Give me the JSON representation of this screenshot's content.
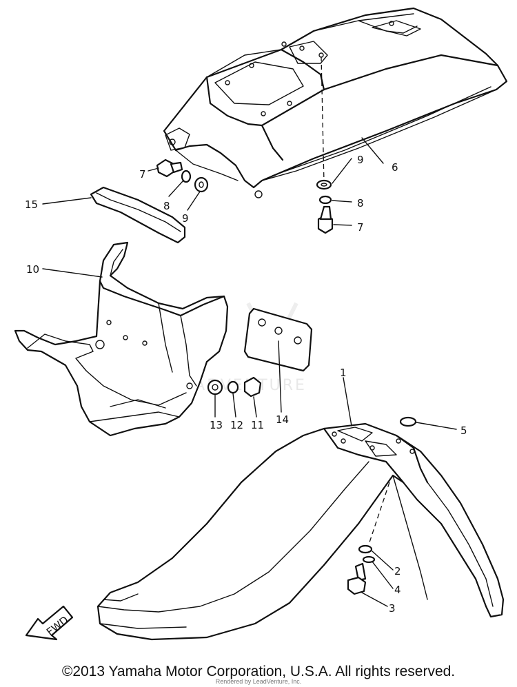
{
  "diagram": {
    "watermark": "LEADVENTURE",
    "fwd_label": "FWD",
    "part_labels": [
      "1",
      "2",
      "3",
      "4",
      "5",
      "6",
      "7",
      "8",
      "9",
      "7",
      "8",
      "9",
      "10",
      "11",
      "12",
      "13",
      "14",
      "15"
    ]
  },
  "footer": {
    "copyright": "©2013 Yamaha Motor Corporation, U.S.A. All rights reserved.",
    "rendered_by": "Rendered by LeadVenture, Inc."
  }
}
